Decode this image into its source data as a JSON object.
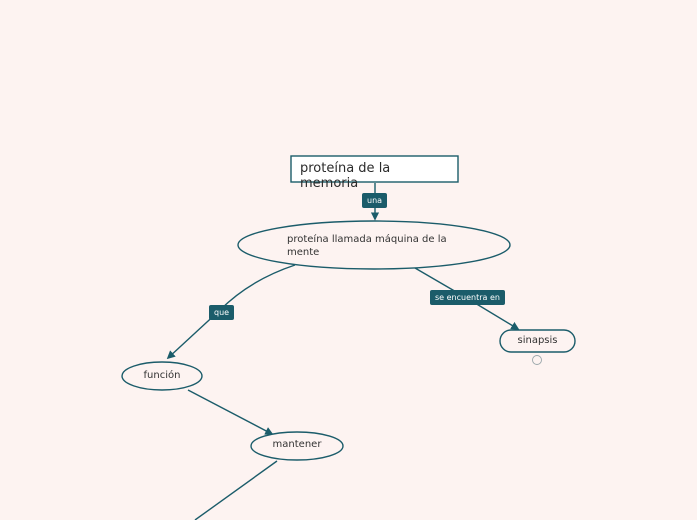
{
  "nodes": {
    "root": "proteína de la memoria",
    "main": "proteína llamada máquina de la mente",
    "synapse": "sinapsis",
    "function": "función",
    "maintain": "mantener"
  },
  "links": {
    "una": "una",
    "que": "que",
    "se_encuentra_en": "se encuentra en"
  },
  "colors": {
    "stroke": "#1b5c6a",
    "background": "#fdf3f1",
    "tag": "#1b5c6a"
  },
  "icons": [
    "collapse-circle-icon"
  ]
}
